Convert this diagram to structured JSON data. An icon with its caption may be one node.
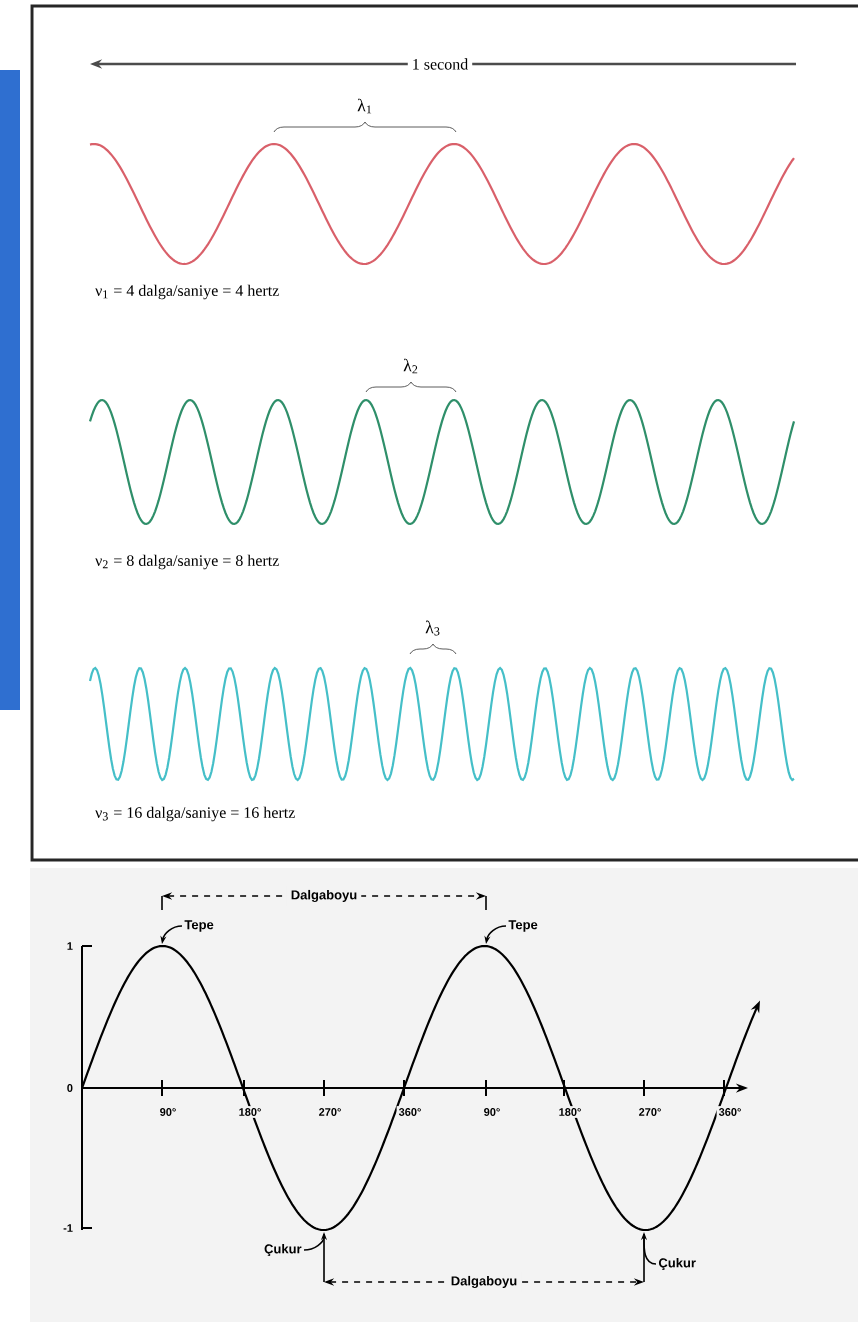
{
  "diagram": {
    "nodes": [
      {
        "text": [
          "Tepe"
        ]
      },
      {
        "text": [
          "Tepe"
        ]
      },
      {
        "text": [
          "Çukur"
        ]
      },
      {
        "text": [
          "Çukur"
        ]
      }
    ],
    "edges": [
      {
        "from": 0,
        "to": null,
        "arrow": "to"
      },
      {
        "from": 1,
        "to": null,
        "arrow": "to"
      },
      {
        "from": 2,
        "to": null,
        "arrow": "to"
      },
      {
        "from": 3,
        "to": null,
        "arrow": "to"
      }
    ],
    "labels": [
      "1 second",
      "λ$_{1}$",
      "ν$_{1}$ = 4 dalga/saniye = 4 hertz",
      "λ$_{2}$",
      "ν$_{2}$ = 8 dalga/saniye = 8 hertz",
      "λ$_{3}$",
      "ν$_{3}$ = 16 dalga/saniye = 16 hertz",
      "Dalgaboyu",
      "1",
      "0",
      "-1",
      "90°",
      "180°",
      "270°",
      "360°",
      "90°",
      "180°",
      "270°",
      "360°",
      "Dalgaboyu"
    ]
  }
}
